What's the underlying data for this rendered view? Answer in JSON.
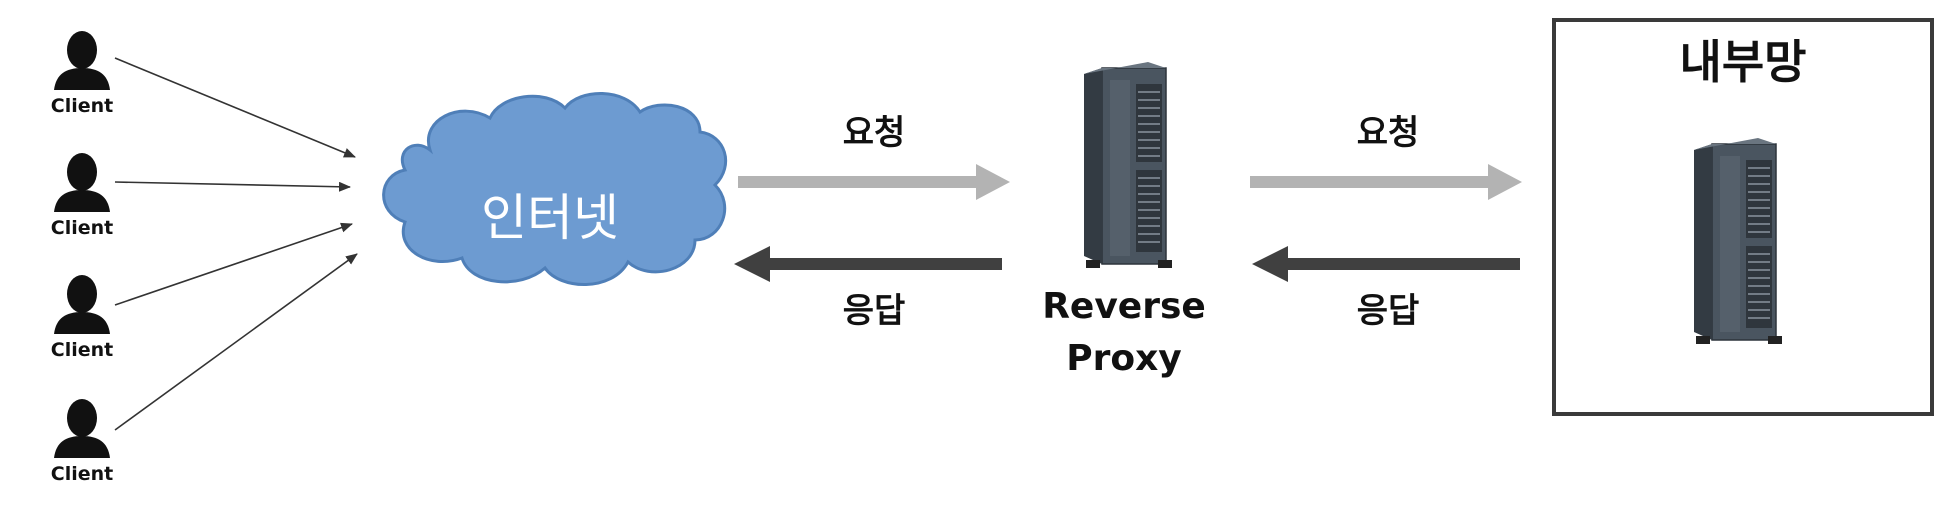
{
  "clients": [
    {
      "label": "Client"
    },
    {
      "label": "Client"
    },
    {
      "label": "Client"
    },
    {
      "label": "Client"
    }
  ],
  "internet": {
    "label": "인터넷"
  },
  "left_link": {
    "request_label": "요청",
    "response_label": "응답"
  },
  "proxy": {
    "label_line1": "Reverse",
    "label_line2": "Proxy"
  },
  "right_link": {
    "request_label": "요청",
    "response_label": "응답"
  },
  "internal_network": {
    "title": "내부망"
  },
  "colors": {
    "cloud_fill": "#6d9bd1",
    "cloud_stroke": "#4f7fb8",
    "request_arrow": "#b3b3b3",
    "response_arrow": "#404040",
    "client_icon": "#111111",
    "server_body": "#4a5560",
    "box_border": "#3a3a3a"
  }
}
